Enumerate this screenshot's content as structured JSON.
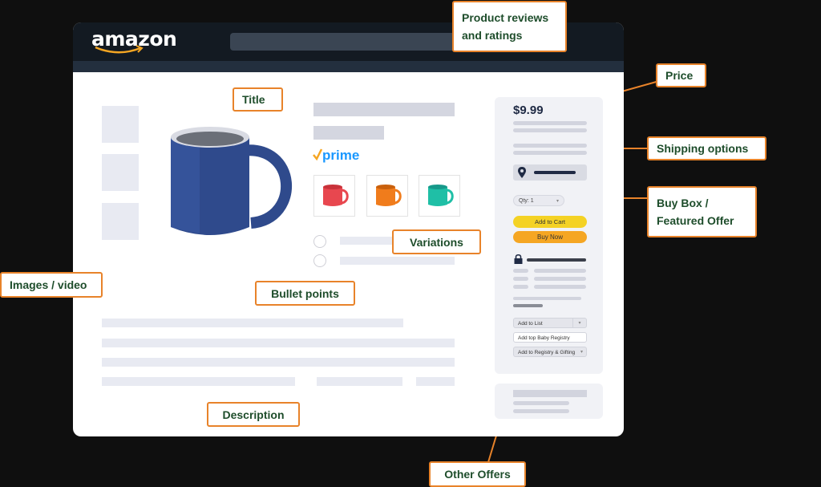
{
  "header": {
    "logo_text": "amazon"
  },
  "product": {
    "mug_color": "#2f4a8c",
    "variations": [
      {
        "color": "#e8474f",
        "icon": "mug-red-icon"
      },
      {
        "color": "#f07c1c",
        "icon": "mug-orange-icon"
      },
      {
        "color": "#1fbfa6",
        "icon": "mug-teal-icon"
      }
    ],
    "prime_label": "prime"
  },
  "buybox": {
    "price": "$9.99",
    "qty_label": "Qty: 1",
    "add_to_cart": "Add to Cart",
    "buy_now": "Buy Now",
    "add_to_list": "Add to List",
    "baby_registry": "Add top Baby Registry",
    "registry_gifting": "Add to Registry & Gifting"
  },
  "callouts": {
    "reviews": "Product reviews and ratings",
    "title": "Title",
    "price": "Price",
    "shipping": "Shipping options",
    "buybox": "Buy Box / Featured Offer",
    "variations": "Variations",
    "images": "Images / video",
    "bullets": "Bullet points",
    "description": "Description",
    "other_offers": "Other Offers"
  },
  "colors": {
    "background": "#0f0f0f",
    "callout_border": "#e8832a",
    "callout_text": "#1e4d2b",
    "header": "#131a22",
    "add_to_cart": "#f4d224",
    "buy_now": "#f5a623",
    "prime_blue": "#1a98ff"
  }
}
